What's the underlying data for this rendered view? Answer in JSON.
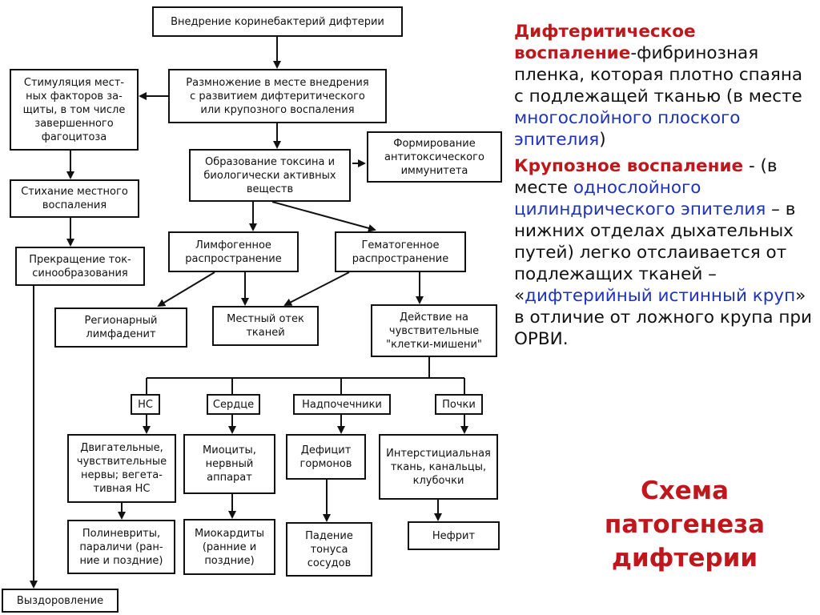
{
  "diagram": {
    "nodes": {
      "n_intro": "Внедрение коринебактерий дифтерии",
      "n_mult": "Размножение в месте внедрения\nс развитием дифтеритического\nили крупозного воспаления",
      "n_stim": "Стимуляция мест-\nных факторов за-\nщиты, в том числе\nзавершенного\nфагоцитоза",
      "n_subs": "Стихание местного\nвоспаления",
      "n_stop": "Прекращение ток-\nсинообразования",
      "n_toxin": "Образование токсина и\nбиологически активных\nвеществ",
      "n_immun": "Формирование\nантитоксического\nиммунитета",
      "n_lymph": "Лимфогенное\nраспространение",
      "n_hemat": "Гематогенное\nраспространение",
      "n_region": "Регионарный\nлимфаденит",
      "n_edema": "Местный отек\nтканей",
      "n_action": "Действие на\nчувствительные\n\"клетки-мишени\"",
      "n_ns": "НС",
      "n_heart": "Сердце",
      "n_adrenal": "Надпочечники",
      "n_kidney": "Почки",
      "n_nerves": "Двигательные,\nчувствительные\nнервы; вегета-\nтивная НС",
      "n_myo": "Миоциты,\nнервный\nаппарат",
      "n_deficit": "Дефицит\nгормонов",
      "n_inter": "Интерстициальная\nткань, канальцы,\nклубочки",
      "n_poly": "Полиневриты,\nпараличи (ран-\nние и поздние)",
      "n_myocard": "Миокардиты\n(ранние и\nпоздние)",
      "n_tonus": "Падение\nтонуса\nсосудов",
      "n_nephr": "Нефрит",
      "n_recov": "Выздоровление"
    }
  },
  "text": {
    "p1_title": "Дифтеритическое воспаление",
    "p1_body": "-фибринозная пленка, которая плотно спаяна с подлежащей тканью (в месте ",
    "p1_blue": "многослойного плоского эпителия",
    "p1_end": ")",
    "p2_title": "Крупозное воспаление",
    "p2_a": " - (в месте ",
    "p2_blue": "однослойного цилиндрического эпителия",
    "p2_b": " – в нижних отделах дыхательных путей) легко отслаивается от подлежащих тканей – «",
    "p2_blue2": "дифтерийный истинный круп",
    "p2_c": "» в отличие от ложного крупа при ОРВИ.",
    "title": "Схема\nпатогенеза\nдифтерии"
  },
  "colors": {
    "accent_red": "#c0171c",
    "accent_blue": "#1f33b8",
    "line": "#111111"
  }
}
